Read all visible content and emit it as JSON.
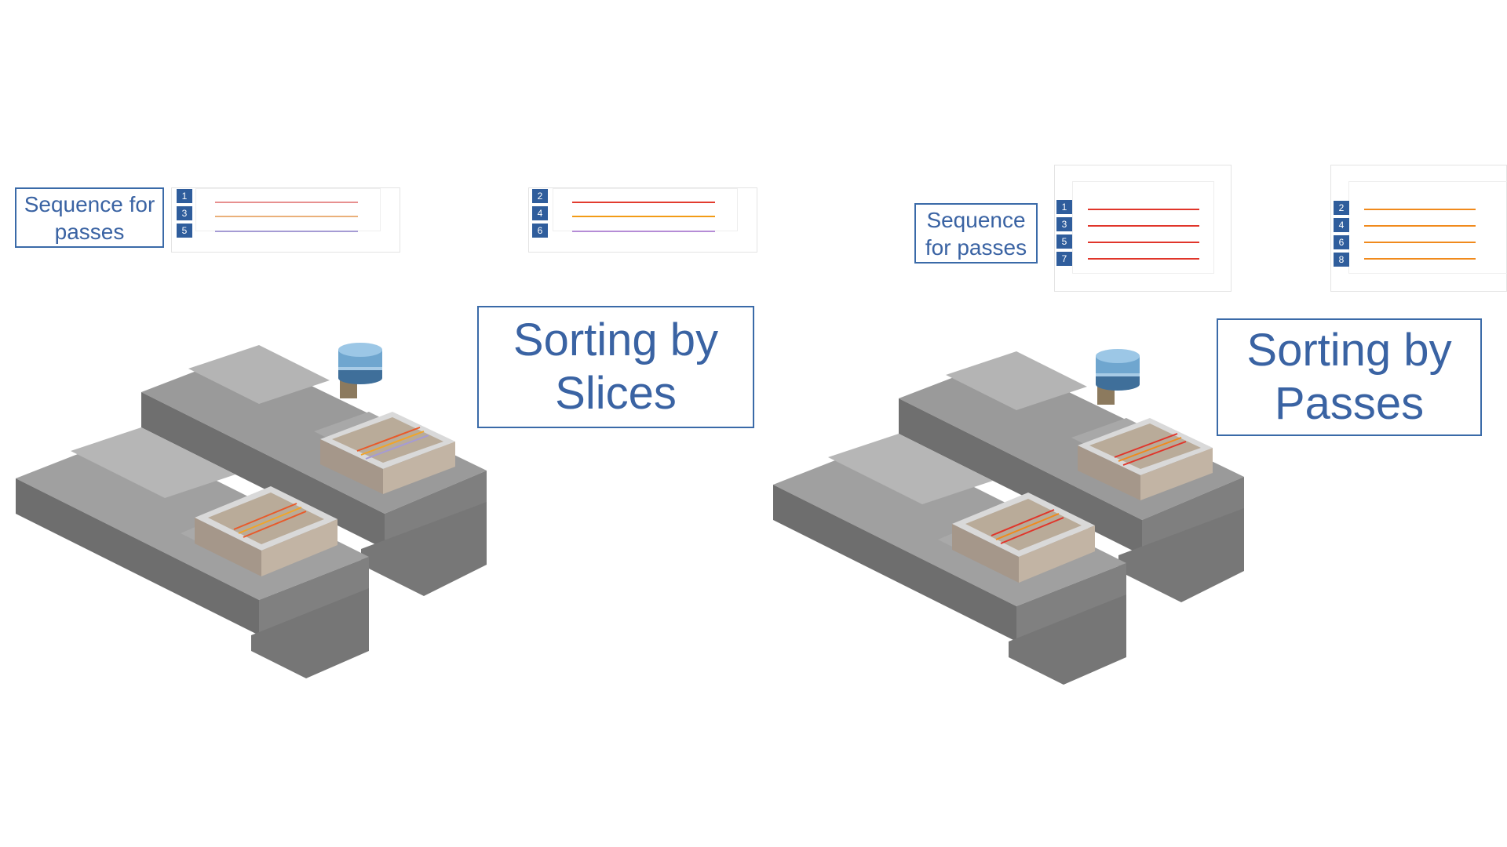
{
  "left": {
    "sequence_label_line1": "Sequence for",
    "sequence_label_line2": "passes",
    "title_line1": "Sorting by",
    "title_line2": "Slices",
    "panel_a": {
      "items": [
        {
          "num": "1",
          "color": "#e7908f"
        },
        {
          "num": "3",
          "color": "#eab07a"
        },
        {
          "num": "5",
          "color": "#a59bd4"
        }
      ]
    },
    "panel_b": {
      "items": [
        {
          "num": "2",
          "color": "#e23b2e"
        },
        {
          "num": "4",
          "color": "#f29b16"
        },
        {
          "num": "6",
          "color": "#b58cd6"
        }
      ]
    }
  },
  "right": {
    "sequence_label_line1": "Sequence",
    "sequence_label_line2": "for passes",
    "title_line1": "Sorting by",
    "title_line2": "Passes",
    "panel_a": {
      "items": [
        {
          "num": "1",
          "color": "#e0352a"
        },
        {
          "num": "3",
          "color": "#e0352a"
        },
        {
          "num": "5",
          "color": "#e0352a"
        },
        {
          "num": "7",
          "color": "#e0352a"
        }
      ]
    },
    "panel_b": {
      "items": [
        {
          "num": "2",
          "color": "#f08a1c"
        },
        {
          "num": "4",
          "color": "#f08a1c"
        },
        {
          "num": "6",
          "color": "#f08a1c"
        },
        {
          "num": "8",
          "color": "#f08a1c"
        }
      ]
    }
  },
  "colors": {
    "accent": "#3a6aa8",
    "machine_gray": "#8a8a8a",
    "tool_blue": "#6fa6cf",
    "stock": "#b7aa9c"
  }
}
